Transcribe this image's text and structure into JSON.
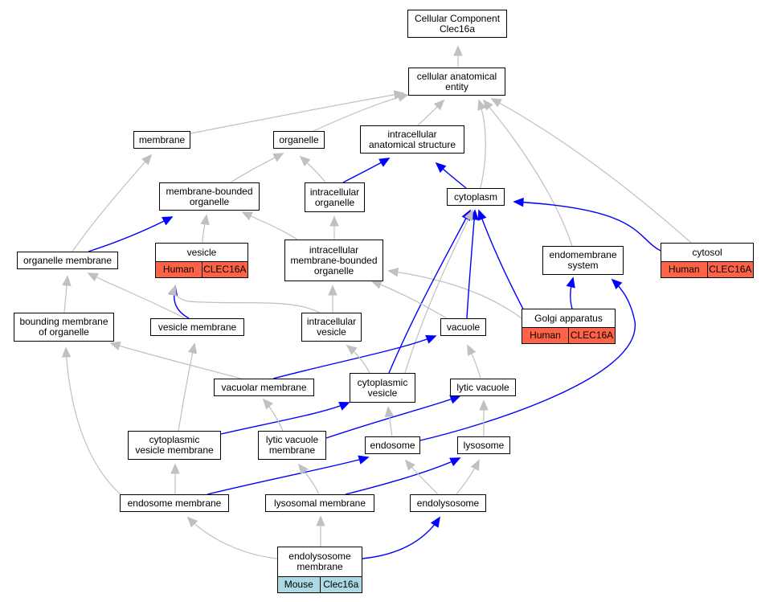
{
  "colors": {
    "edge_gray": "#c0c0c0",
    "edge_blue": "#0000ff",
    "human": "#ff6347",
    "mouse": "#add8e6"
  },
  "nodes": {
    "root": {
      "label": "Cellular Component\nClec16a"
    },
    "cae": {
      "label": "cellular anatomical\nentity"
    },
    "membrane": {
      "label": "membrane"
    },
    "organelle": {
      "label": "organelle"
    },
    "ias": {
      "label": "intracellular\nanatomical structure"
    },
    "mbo": {
      "label": "membrane-bounded\norganelle"
    },
    "io": {
      "label": "intracellular\norganelle"
    },
    "cytoplasm": {
      "label": "cytoplasm"
    },
    "vesicle": {
      "label": "vesicle",
      "tags": [
        "Human",
        "CLEC16A"
      ]
    },
    "imbo": {
      "label": "intracellular\nmembrane-bounded\norganelle"
    },
    "endomem": {
      "label": "endomembrane\nsystem"
    },
    "cytosol": {
      "label": "cytosol",
      "tags": [
        "Human",
        "CLEC16A"
      ]
    },
    "orgmem": {
      "label": "organelle membrane"
    },
    "golgi": {
      "label": "Golgi apparatus",
      "tags": [
        "Human",
        "CLEC16A"
      ]
    },
    "boundmem": {
      "label": "bounding membrane\nof organelle"
    },
    "vesmem": {
      "label": "vesicle membrane"
    },
    "ivesicle": {
      "label": "intracellular\nvesicle"
    },
    "vacuole": {
      "label": "vacuole"
    },
    "vacmem": {
      "label": "vacuolar membrane"
    },
    "cytves": {
      "label": "cytoplasmic\nvesicle"
    },
    "lytvac": {
      "label": "lytic vacuole"
    },
    "cvm": {
      "label": "cytoplasmic\nvesicle membrane"
    },
    "lvm": {
      "label": "lytic vacuole\nmembrane"
    },
    "endosome": {
      "label": "endosome"
    },
    "lysosome": {
      "label": "lysosome"
    },
    "endomemb": {
      "label": "endosome membrane"
    },
    "lysmem": {
      "label": "lysosomal membrane"
    },
    "endolyso": {
      "label": "endolysosome"
    },
    "elm": {
      "label": "endolysosome\nmembrane",
      "tags": [
        "Mouse",
        "Clec16a"
      ]
    }
  }
}
